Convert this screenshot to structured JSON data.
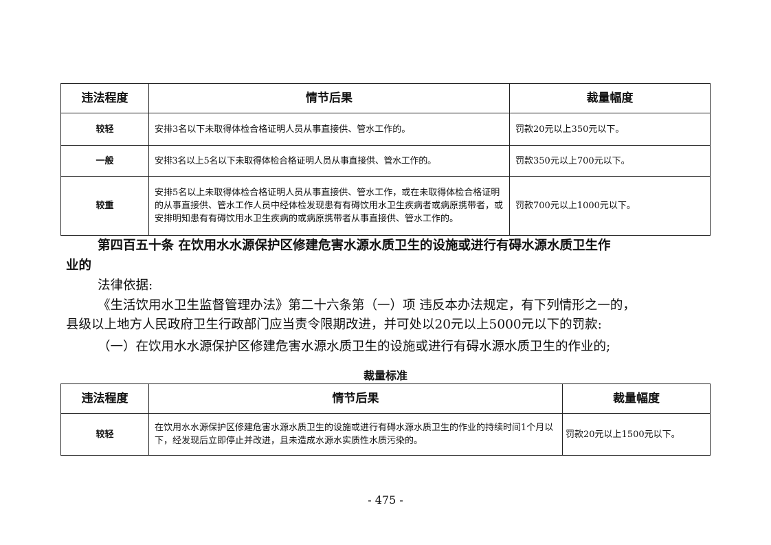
{
  "table1": {
    "headers": [
      "违法程度",
      "情节后果",
      "裁量幅度"
    ],
    "rows": [
      {
        "level": "较轻",
        "consequence": "安排3名以下未取得体检合格证明人员从事直接供、管水工作的。",
        "penalty": "罚款20元以上350元以下。"
      },
      {
        "level": "一般",
        "consequence": "安排3名以上5名以下未取得体检合格证明人员从事直接供、管水工作的。",
        "penalty": "罚款350元以上700元以下。"
      },
      {
        "level": "较重",
        "consequence": "安排5名以上未取得体检合格证明人员从事直接供、管水工作，或在未取得体检合格证明的从事直接供、管水工作人员中经体检发现患有有碍饮用水卫生疾病者或病原携带者，或安排明知患有有碍饮用水卫生疾病的或病原携带者从事直接供、管水工作的。",
        "penalty": "罚款700元以上1000元以下。"
      }
    ]
  },
  "article": {
    "title_line1": "第四百五十条  在饮用水水源保护区修建危害水源水质卫生的设施或进行有碍水源水质卫生作",
    "title_line2": "业的",
    "basis_label": "法律依据:",
    "basis_line1": "《生活饮用水卫生监督管理办法》第二十六条第（一）项  违反本办法规定，有下列情形之一的，",
    "basis_line2": "县级以上地方人民政府卫生行政部门应当责令限期改进，并可处以20元以上5000元以下的罚款:",
    "item1": "（一）在饮用水水源保护区修建危害水源水质卫生的设施或进行有碍水源水质卫生的作业的;"
  },
  "table2": {
    "caption": "裁量标准",
    "headers": [
      "违法程度",
      "情节后果",
      "裁量幅度"
    ],
    "rows": [
      {
        "level": "较轻",
        "consequence": "在饮用水水源保护区修建危害水源水质卫生的设施或进行有碍水源水质卫生的作业的持续时间1个月以下，经发现后立即停止并改进，且未造成水源水实质性水质污染的。",
        "penalty": "罚款20元以上1500元以下。"
      }
    ]
  },
  "page_number": "- 475 -"
}
